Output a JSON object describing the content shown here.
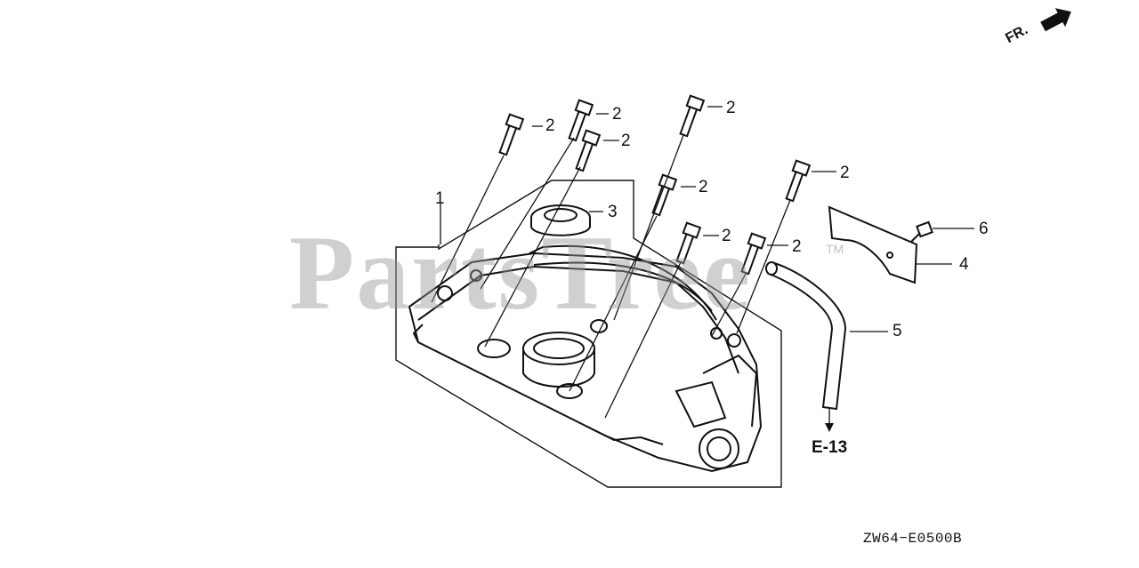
{
  "diagram": {
    "watermark": "PartsTree",
    "watermark_tm": "TM",
    "direction_label": "FR.",
    "reference": "E-13",
    "drawing_code": "ZW64−E0500B",
    "callouts": [
      {
        "id": "c1",
        "label": "1"
      },
      {
        "id": "c2a",
        "label": "2"
      },
      {
        "id": "c2b",
        "label": "2"
      },
      {
        "id": "c2c",
        "label": "2"
      },
      {
        "id": "c2d",
        "label": "2"
      },
      {
        "id": "c2e",
        "label": "2"
      },
      {
        "id": "c2f",
        "label": "2"
      },
      {
        "id": "c2g",
        "label": "2"
      },
      {
        "id": "c2h",
        "label": "2"
      },
      {
        "id": "c3",
        "label": "3"
      },
      {
        "id": "c4",
        "label": "4"
      },
      {
        "id": "c5",
        "label": "5"
      },
      {
        "id": "c6",
        "label": "6"
      }
    ]
  }
}
